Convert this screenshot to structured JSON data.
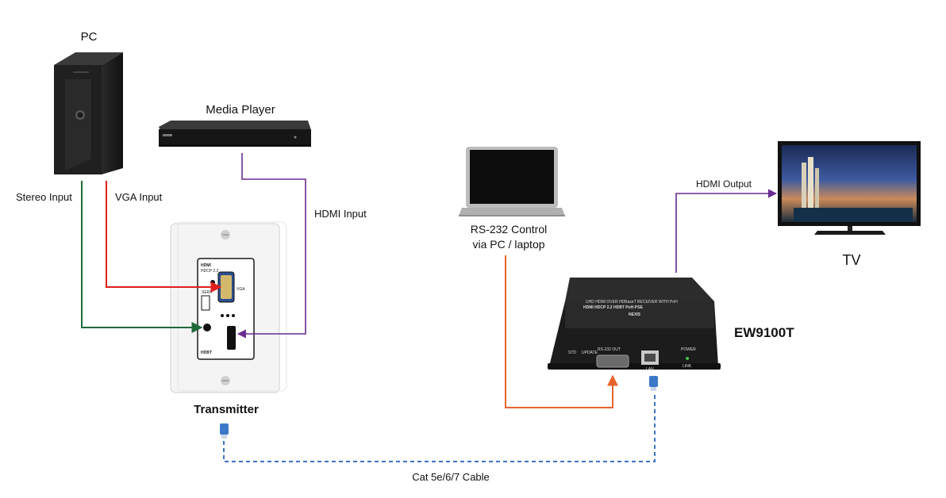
{
  "colors": {
    "stereo_line": "#1e6b3a",
    "vga_line": "#e0201e",
    "hdmi_line": "#6a2c91",
    "rs232_line": "#e8632b",
    "cat_line": "#3b74c4"
  },
  "labels": {
    "pc": "PC",
    "media_player": "Media Player",
    "stereo_input": "Stereo Input",
    "vga_input": "VGA Input",
    "hdmi_input": "HDMI Input",
    "rs232": "RS-232 Control\nvia PC / laptop",
    "hdmi_output": "HDMI Output",
    "tv": "TV",
    "receiver_model": "EW9100T",
    "transmitter": "Transmitter",
    "cable": "Cat 5e/6/7 Cable"
  },
  "device_text": {
    "wallplate_hdmi": "HDMI",
    "wallplate_hdcp": "HDCP 2.2",
    "wallplate_vga": "VGA",
    "wallplate_hdbt": "HDBT",
    "wallplate_serv": "SERV",
    "receiver_title": "UHD HDMI OVER HDBaseT RECEIVER WITH PoH",
    "receiver_brand": "NEXIS",
    "receiver_logos": "HDMI HDCP 2.2 HDBT PoH-PSE",
    "receiver_std": "STD",
    "receiver_update": "UPDATE",
    "receiver_rs232": "RS-232 OUT",
    "receiver_lan": "LAN",
    "receiver_power": "POWER",
    "receiver_link": "LINK"
  },
  "icons": {
    "pc": "desktop-tower-icon",
    "media_player": "media-player-icon",
    "laptop": "laptop-icon",
    "tv": "television-icon",
    "transmitter": "wallplate-transmitter-icon",
    "receiver": "hdbaset-receiver-icon",
    "rj45": "rj45-connector-icon"
  }
}
